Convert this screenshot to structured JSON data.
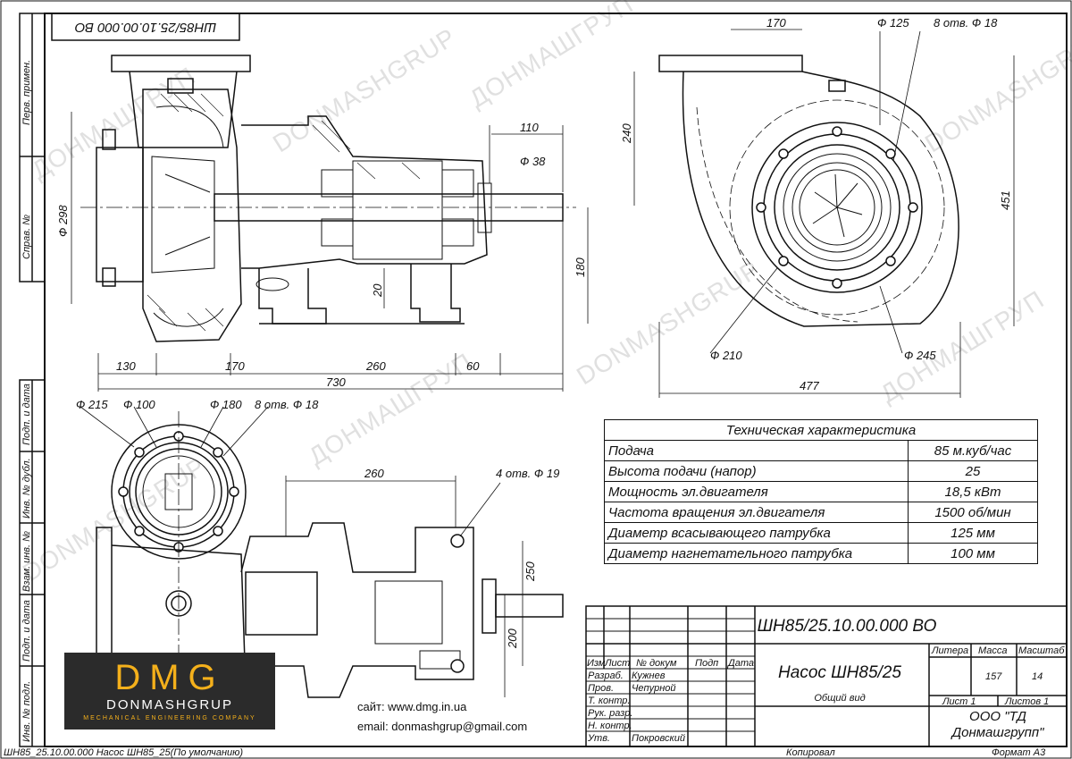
{
  "stamp_top": "ШН85/25.10.00.000 ВО",
  "side_labels": [
    "Перв. примен.",
    "Справ. №",
    "Подп. и дата",
    "Инв. № дубл.",
    "Взам. инв. №",
    "Подп. и дата",
    "Инв. № подл."
  ],
  "dims_front": {
    "d298": "Ф 298",
    "d38": "Ф 38",
    "l110": "110",
    "l180": "180",
    "l20": "20",
    "l130": "130",
    "l170": "170",
    "l260": "260",
    "l60": "60",
    "l730": "730"
  },
  "dims_side": {
    "l170": "170",
    "d125": "Ф 125",
    "holes": "8 отв. Ф 18",
    "l240": "240",
    "l451": "451",
    "d210": "Ф 210",
    "d245": "Ф 245",
    "l477": "477"
  },
  "dims_top": {
    "d215": "Ф 215",
    "d100": "Ф 100",
    "d180": "Ф 180",
    "holes": "8 отв. Ф 18",
    "l260": "260",
    "holes4": "4 отв. Ф 19",
    "l250": "250",
    "l200": "200"
  },
  "spec": {
    "title": "Техническая характеристика",
    "rows": [
      {
        "name": "Подача",
        "value": "85 м.куб/час"
      },
      {
        "name": "Высота подачи (напор)",
        "value": "25"
      },
      {
        "name": "Мощность эл.двигателя",
        "value": "18,5 кВт"
      },
      {
        "name": "Частота вращения эл.двигателя",
        "value": "1500 об/мин"
      },
      {
        "name": "Диаметр всасывающего патрубка",
        "value": "125 мм"
      },
      {
        "name": "Диаметр нагнетательного патрубка",
        "value": "100 мм"
      }
    ]
  },
  "title_block": {
    "designation": "ШН85/25.10.00.000 ВО",
    "product": "Насос ШН85/25",
    "view": "Общий вид",
    "col_izm": "Изм",
    "col_list": "Лист",
    "col_docnum": "№ докум",
    "col_podp": "Подп",
    "col_data": "Дата",
    "litera": "Литера",
    "massa": "Масса",
    "masshtab": "Масштаб",
    "massa_val": "157",
    "masshtab_val": "14",
    "list": "Лист 1",
    "listov": "Листов 1",
    "company1": "ООО \"ТД",
    "company2": "Донмашгрупп\"",
    "roles": [
      {
        "role": "Разраб.",
        "name": "Кужнев"
      },
      {
        "role": "Пров.",
        "name": "Чепурной"
      },
      {
        "role": "Т. контр.",
        "name": ""
      },
      {
        "role": "Рук. разр.",
        "name": ""
      },
      {
        "role": "Н. контр.",
        "name": ""
      },
      {
        "role": "Утв.",
        "name": "Покровский"
      }
    ],
    "kopiroval": "Копировал",
    "format": "Формат А3"
  },
  "footer_file": "ШН85_25.10.00.000 Насос ШН85_25(По умолчанию)",
  "logo": {
    "word": "DMG",
    "name": "DONMASHGRUP",
    "sub": "MECHANICAL ENGINEERING COMPANY"
  },
  "contacts": {
    "site": "сайт: www.dmg.in.ua",
    "email": "email: donmashgrup@gmail.com"
  },
  "watermarks": {
    "latin": "DONMASHGRUP",
    "cyr": "ДОНМАШГРУП"
  }
}
